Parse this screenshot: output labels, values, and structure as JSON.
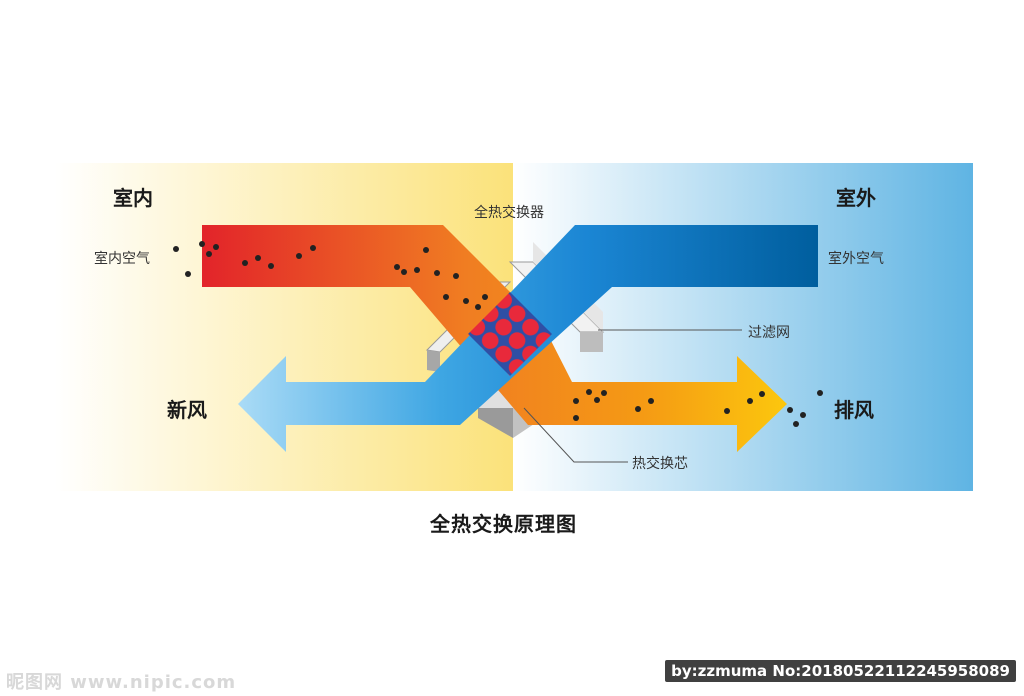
{
  "labels": {
    "indoor": "室内",
    "outdoor": "室外",
    "indoor_air": "室内空气",
    "outdoor_air": "室外空气",
    "exchanger": "全热交换器",
    "filter": "过滤网",
    "fresh_air": "新风",
    "exhaust_air": "排风",
    "core": "热交换芯",
    "title": "全热交换原理图"
  },
  "watermark": {
    "left": "昵图网 www.nipic.com",
    "right": "by:zzmuma No:20180522112245958089"
  },
  "colors": {
    "warm_start": "#e2222a",
    "warm_end": "#fbc20c",
    "cool_dark": "#005a9c",
    "cool_light": "#a9d8f5",
    "bg_left": "#fbe27a",
    "bg_right": "#66b9e5"
  }
}
